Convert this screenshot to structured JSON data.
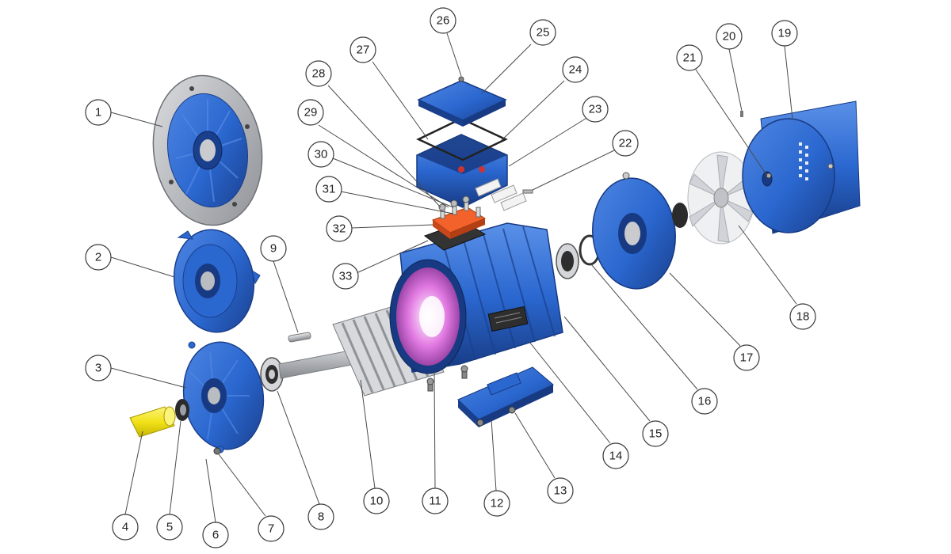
{
  "colors": {
    "housing_blue": "#2a67cf",
    "housing_dark": "#1a3f8c",
    "housing_light": "#4f86e2",
    "flange_gray": "#b4b6ba",
    "shaft_gray": "#c9cbce",
    "key_yellow": "#f2e21a",
    "terminal_orange": "#f2622a",
    "winding_pink": "#e27ae2",
    "fan_gray": "#e4e7ea"
  },
  "parts": [
    {
      "id": "1",
      "label": "1"
    },
    {
      "id": "2",
      "label": "2"
    },
    {
      "id": "3",
      "label": "3"
    },
    {
      "id": "4",
      "label": "4"
    },
    {
      "id": "5",
      "label": "5"
    },
    {
      "id": "6",
      "label": "6"
    },
    {
      "id": "7",
      "label": "7"
    },
    {
      "id": "8",
      "label": "8"
    },
    {
      "id": "9",
      "label": "9"
    },
    {
      "id": "10",
      "label": "10"
    },
    {
      "id": "11",
      "label": "11"
    },
    {
      "id": "12",
      "label": "12"
    },
    {
      "id": "13",
      "label": "13"
    },
    {
      "id": "14",
      "label": "14"
    },
    {
      "id": "15",
      "label": "15"
    },
    {
      "id": "16",
      "label": "16"
    },
    {
      "id": "17",
      "label": "17"
    },
    {
      "id": "18",
      "label": "18"
    },
    {
      "id": "19",
      "label": "19"
    },
    {
      "id": "20",
      "label": "20"
    },
    {
      "id": "21",
      "label": "21"
    },
    {
      "id": "22",
      "label": "22"
    },
    {
      "id": "23",
      "label": "23"
    },
    {
      "id": "24",
      "label": "24"
    },
    {
      "id": "25",
      "label": "25"
    },
    {
      "id": "26",
      "label": "26"
    },
    {
      "id": "27",
      "label": "27"
    },
    {
      "id": "28",
      "label": "28"
    },
    {
      "id": "29",
      "label": "29"
    },
    {
      "id": "30",
      "label": "30"
    },
    {
      "id": "31",
      "label": "31"
    },
    {
      "id": "32",
      "label": "32"
    },
    {
      "id": "33",
      "label": "33"
    }
  ]
}
